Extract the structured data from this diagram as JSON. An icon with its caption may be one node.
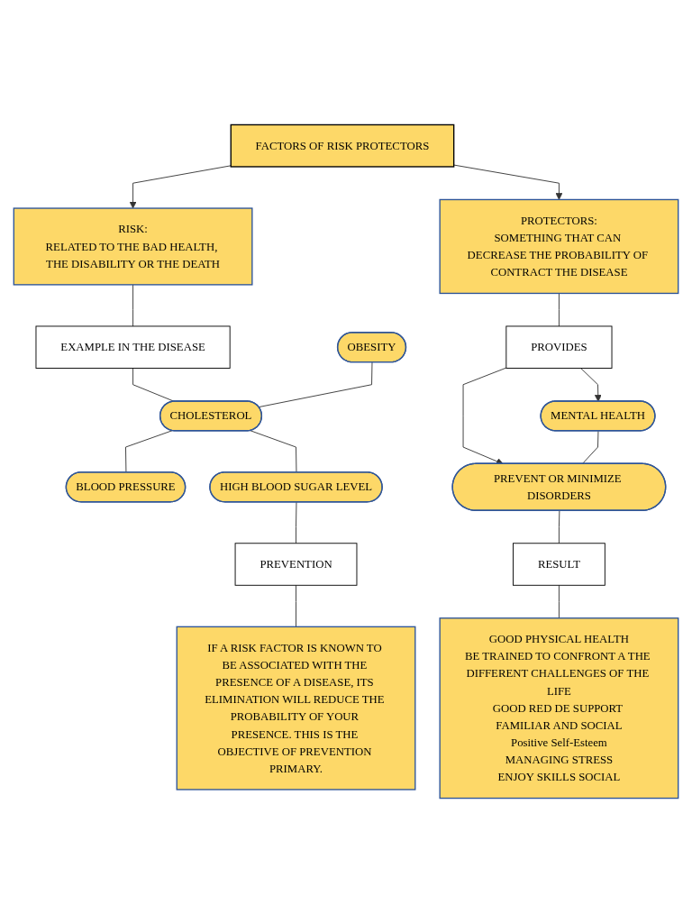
{
  "diagram": {
    "nodes": [
      {
        "text": [
          "FACTORS OF RISK PROTECTORS"
        ]
      },
      {
        "text": [
          "RISK:",
          "RELATED TO THE BAD HEALTH, THE DISABILITY OR THE DEATH"
        ]
      },
      {
        "text": [
          "PROTECTORS:",
          "SOMETHING THAT CAN DECREASE THE PROBABILITY OF CONTRACT THE DISEASE"
        ]
      },
      {
        "text": [
          "EXAMPLE IN THE DISEASE"
        ]
      },
      {
        "text": [
          "OBESITY"
        ]
      },
      {
        "text": [
          "CHOLESTEROL"
        ]
      },
      {
        "text": [
          "BLOOD PRESSURE"
        ]
      },
      {
        "text": [
          "HIGH BLOOD SUGAR LEVEL"
        ]
      },
      {
        "text": [
          "PREVENTION"
        ]
      },
      {
        "text": [
          "IF A RISK FACTOR IS KNOWN TO BE ASSOCIATED WITH THE PRESENCE OF A DISEASE, ITS ELIMINATION WILL REDUCE THE PROBABILITY OF YOUR PRESENCE. THIS IS THE OBJECTIVE OF PREVENTION PRIMARY."
        ]
      },
      {
        "text": [
          "PROVIDES"
        ]
      },
      {
        "text": [
          "MENTAL HEALTH"
        ]
      },
      {
        "text": [
          "PREVENT OR MINIMIZE DISORDERS"
        ]
      },
      {
        "text": [
          "RESULT"
        ]
      },
      {
        "text": [
          "GOOD PHYSICAL HEALTH",
          "BE TRAINED TO CONFRONT A THE DIFFERENT CHALLENGES OF THE LIFE",
          "GOOD RED DE SUPPORT FAMILIAR AND SOCIAL",
          "Positive Self-Esteem",
          "MANAGING STRESS",
          "ENJOY SKILLS SOCIAL"
        ]
      }
    ],
    "edges": [
      {
        "from": 0,
        "to": 1,
        "arrow": "to"
      },
      {
        "from": 0,
        "to": 2,
        "arrow": "to"
      },
      {
        "from": 1,
        "to": 3,
        "arrow": "none"
      },
      {
        "from": 3,
        "to": 5,
        "arrow": "none"
      },
      {
        "from": 4,
        "to": 5,
        "arrow": "none"
      },
      {
        "from": 5,
        "to": 6,
        "arrow": "none"
      },
      {
        "from": 5,
        "to": 7,
        "arrow": "none"
      },
      {
        "from": 7,
        "to": 8,
        "arrow": "none"
      },
      {
        "from": 8,
        "to": 9,
        "arrow": "none"
      },
      {
        "from": 2,
        "to": 10,
        "arrow": "none"
      },
      {
        "from": 10,
        "to": 11,
        "arrow": "to"
      },
      {
        "from": 10,
        "to": 12,
        "arrow": "to"
      },
      {
        "from": 11,
        "to": 12,
        "arrow": "none"
      },
      {
        "from": 12,
        "to": 13,
        "arrow": "none"
      },
      {
        "from": 13,
        "to": 14,
        "arrow": "none"
      }
    ]
  }
}
